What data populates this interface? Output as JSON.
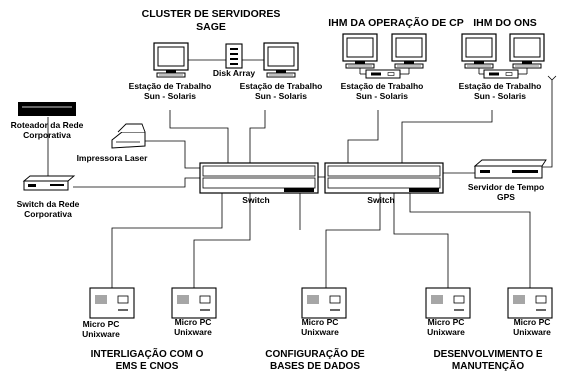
{
  "titles": {
    "cluster_line1": "CLUSTER DE SERVIDORES",
    "cluster_line2": "SAGE",
    "ihm_cp": "IHM DA OPERAÇÃO DE CP",
    "ihm_ons": "IHM DO ONS"
  },
  "labels": {
    "disk_array": "Disk Array",
    "workstation_line1": "Estação de Trabalho",
    "workstation_line2": "Sun - Solaris",
    "router_line1": "Roteador da  Rede",
    "router_line2": "Corporativa",
    "printer": "Impressora Laser",
    "corp_switch_line1": "Switch da  Rede",
    "corp_switch_line2": "Corporativa",
    "switch": "Switch",
    "gps_line1": "Servidor de Tempo",
    "gps_line2": "GPS",
    "micro_pc_line1": "Micro PC",
    "micro_pc_line2": "Unixware"
  },
  "groups": {
    "ems_line1": "INTERLIGAÇÃO COM O",
    "ems_line2": "EMS E CNOS",
    "config_line1": "CONFIGURAÇÃO DE",
    "config_line2": "BASES DE DADOS",
    "dev_line1": "DESENVOLVIMENTO E",
    "dev_line2": "MANUTENÇÃO"
  }
}
